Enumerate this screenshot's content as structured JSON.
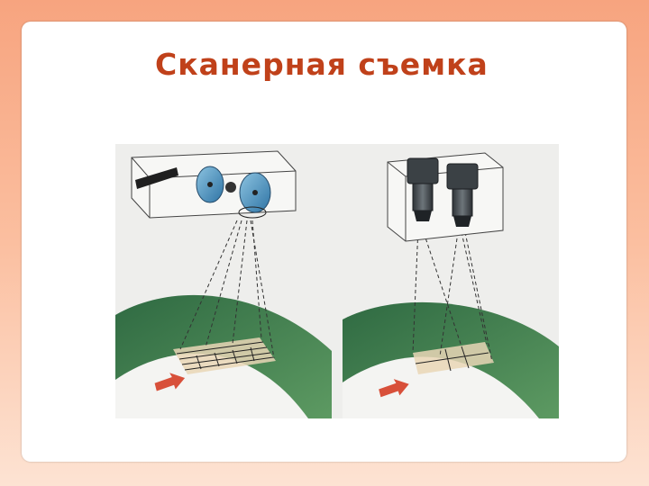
{
  "slide": {
    "title": "Сканерная съемка"
  },
  "colors": {
    "title": "#c0411a",
    "background_gradient_top": "#f7a47f",
    "background_gradient_bottom": "#fde3d3",
    "card": "#ffffff",
    "terrain_green": "#3f7a4f",
    "arrow": "#d8503a",
    "sensor_blue": "#4f8fbc"
  },
  "illustration": {
    "panels": [
      {
        "id": "scanner",
        "icons": [
          "scanner-housing-box",
          "detector-array",
          "rotating-mirror",
          "lens",
          "ground-swath",
          "flight-direction-arrow"
        ]
      },
      {
        "id": "frame-camera",
        "icons": [
          "camera-housing-box",
          "camera-1",
          "camera-2",
          "ground-frame",
          "flight-direction-arrow"
        ]
      }
    ]
  }
}
